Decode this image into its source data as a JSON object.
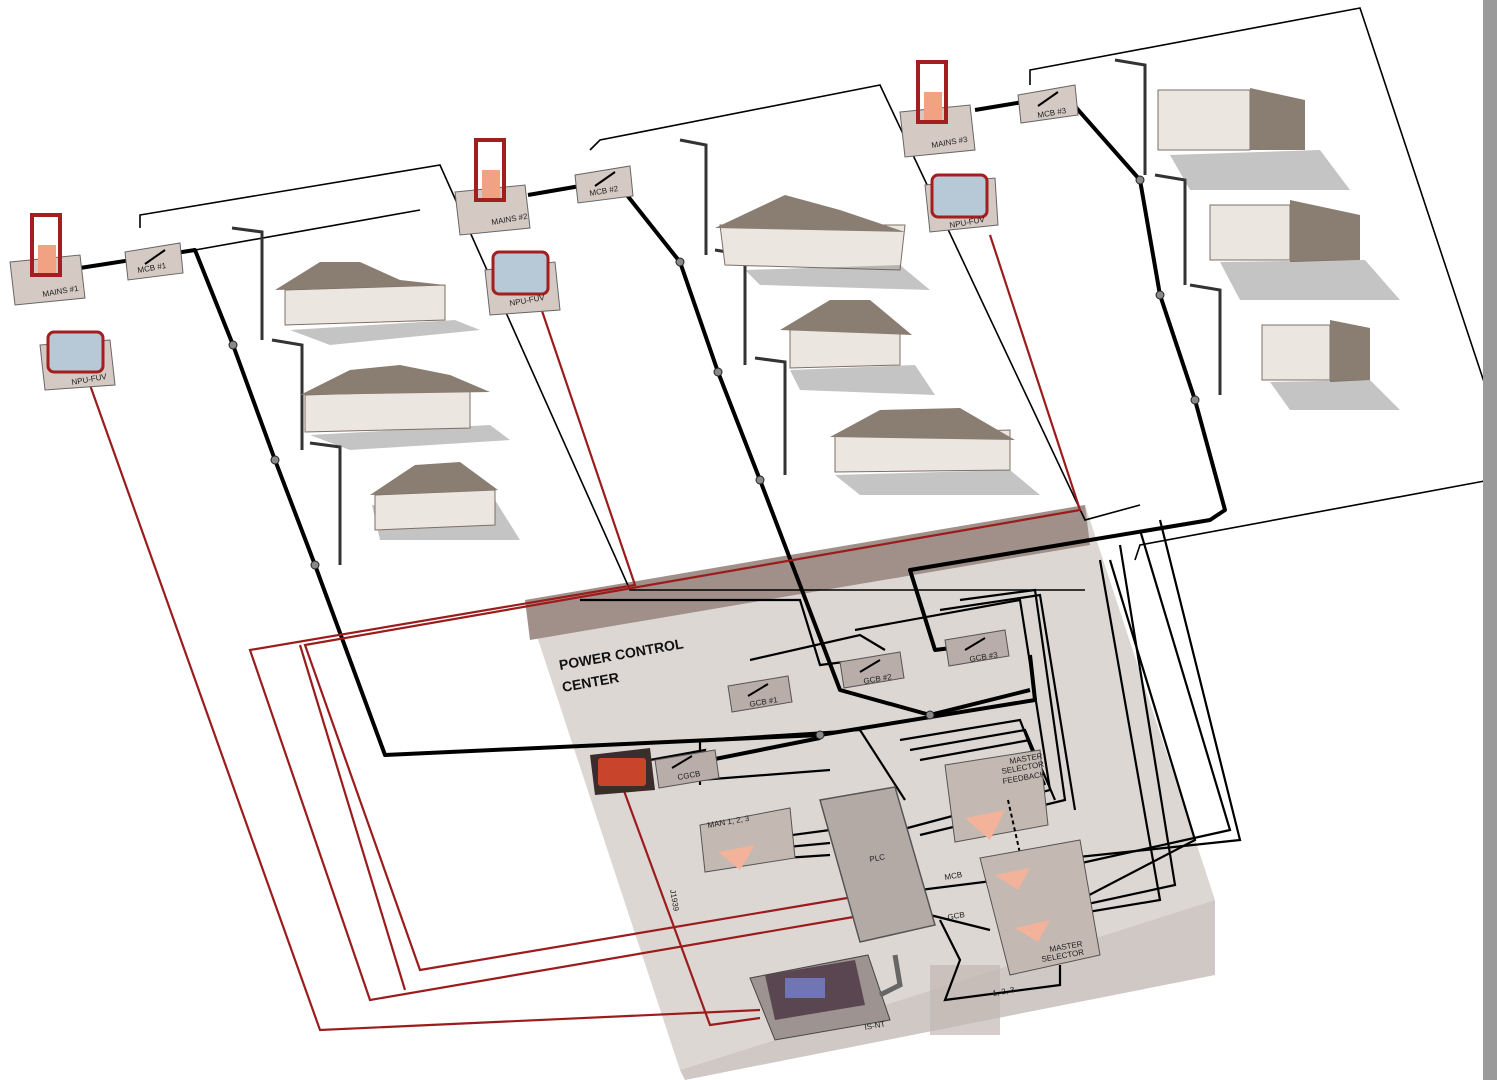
{
  "center": {
    "title_line1": "POWER CONTROL",
    "title_line2": "CENTER"
  },
  "mains": [
    {
      "mains_label": "MAINS #1",
      "mcb_label": "MCB #1",
      "npu_label": "NPU-FUV"
    },
    {
      "mains_label": "MAINS #2",
      "mcb_label": "MCB #2",
      "npu_label": "NPU-FUV"
    },
    {
      "mains_label": "MAINS #3",
      "mcb_label": "MCB #3",
      "npu_label": "NPU-FUV"
    }
  ],
  "gcb": [
    "GCB #1",
    "GCB #2",
    "GCB #3"
  ],
  "cgcb": "CGCB",
  "plc": "PLC",
  "man_selector": "MAN 1, 2, 3",
  "master_feedback": [
    "MASTER",
    "SELECTOR",
    "FEEDBACK"
  ],
  "master_selector": [
    "MASTER",
    "SELECTOR"
  ],
  "signals": {
    "mcb": "MCB",
    "gcb": "GCB",
    "j1939": "J1939",
    "sel123": "1, 2, 3"
  },
  "controller": "IS-NT",
  "colors": {
    "power": "#000000",
    "comm": "#9b1c1c",
    "panel": "#c9c0bb",
    "house_wall": "#ece6e1",
    "roof": "#8a7d72",
    "fill_main": "#c4b6ad"
  }
}
